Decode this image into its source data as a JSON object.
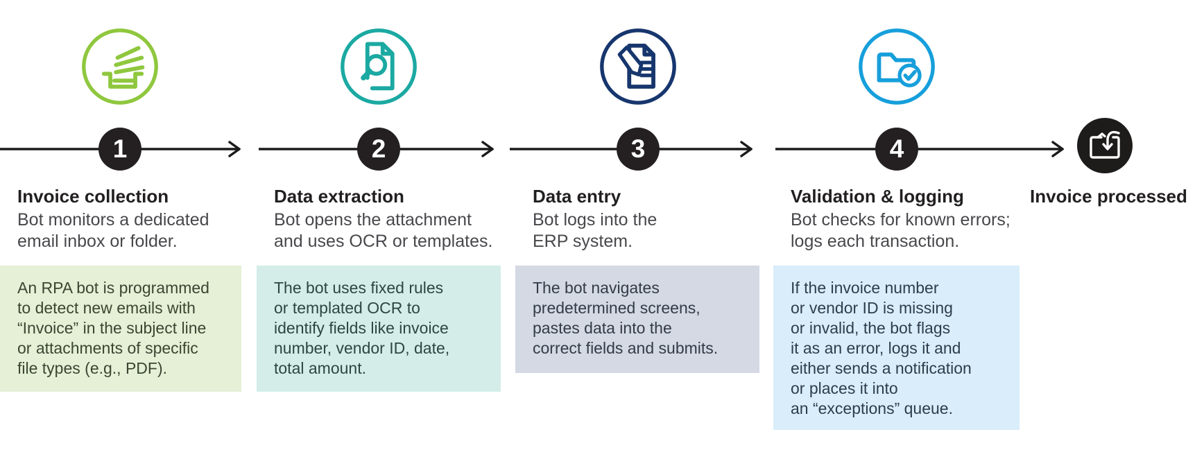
{
  "steps": [
    {
      "number": "1",
      "title": "Invoice collection",
      "subtitle": "Bot monitors a dedicated\nemail inbox or folder.",
      "detail": "An RPA bot is programmed\nto detect new emails with\n“Invoice” in the subject line\nor attachments of specific\nfile types (e.g., PDF).",
      "icon": "inbox-stack-icon",
      "accent": "#8fc73e",
      "detail_bg": "#e5f0d7",
      "detail_text_color": "#3b4531"
    },
    {
      "number": "2",
      "title": "Data extraction",
      "subtitle": "Bot opens the attachment\nand uses OCR or templates.",
      "detail": "The bot uses fixed rules\nor templated OCR to\nidentify fields like invoice\nnumber, vendor ID, date,\ntotal amount.",
      "icon": "document-search-icon",
      "accent": "#1ba9a2",
      "detail_bg": "#d4ede8",
      "detail_text_color": "#2d4642"
    },
    {
      "number": "3",
      "title": "Data entry",
      "subtitle": "Bot logs into the\nERP system.",
      "detail": "The bot navigates\npredetermined screens,\npastes data into the\ncorrect fields and submits.",
      "icon": "document-pencil-icon",
      "accent": "#17366e",
      "detail_bg": "#d4d9e3",
      "detail_text_color": "#333b47"
    },
    {
      "number": "4",
      "title": "Validation & logging",
      "subtitle": "Bot checks for known errors;\nlogs each transaction.",
      "detail": "If the invoice number\nor vendor ID is missing\nor invalid, the bot flags\nit as an error, logs it and\neither sends a notification\nor places it into\nan “exceptions” queue.",
      "icon": "folder-check-icon",
      "accent": "#169fdb",
      "detail_bg": "#d9edfa",
      "detail_text_color": "#2e3d4b"
    }
  ],
  "final": {
    "label": "Invoice processed",
    "icon": "folder-receive-icon",
    "circle_color": "#1e1b1b"
  },
  "colors": {
    "arrow": "#1b1b1b",
    "badge_bg": "#242021",
    "badge_text": "#ffffff",
    "title_text": "#221f20",
    "subtitle_text": "#48474b"
  }
}
